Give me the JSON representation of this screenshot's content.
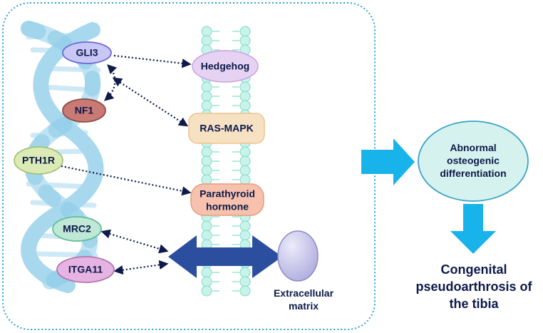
{
  "genes": {
    "gli3": "GLI3",
    "nf1": "NF1",
    "pth1r": "PTH1R",
    "mrc2": "MRC2",
    "itga11": "ITGA11"
  },
  "pathways": {
    "hedgehog": "Hedgehog",
    "ras_mapk": "RAS-MAPK",
    "parathyroid_line1": "Parathyroid",
    "parathyroid_line2": "hormone"
  },
  "ecm": {
    "line1": "Extracellular",
    "line2": "matrix"
  },
  "outcome": {
    "differentiation_line1": "Abnormal",
    "differentiation_line2": "osteogenic",
    "differentiation_line3": "differentiation",
    "disease_line1": "Congenital",
    "disease_line2": "pseudoarthrosis of",
    "disease_line3": "the tibia"
  },
  "colors": {
    "frame": "#29a3d6",
    "dna": "#a8d8ee",
    "membrane": "#8fe3d3",
    "gli3": "#c9c8f4",
    "nf1": "#c97a74",
    "pth1r": "#dcebb6",
    "mrc2": "#bfe8d6",
    "itga11": "#e6b4e3",
    "hedgehog": "#e6d2f2",
    "ras_mapk": "#f6e1c3",
    "parathyroid": "#f6c2ad",
    "ecm_arrow": "#2b4f9e",
    "ecm_ball": "#c6c3e8",
    "outcome_ellipse": "#d6f2ef",
    "block_arrow": "#17b3ea"
  }
}
